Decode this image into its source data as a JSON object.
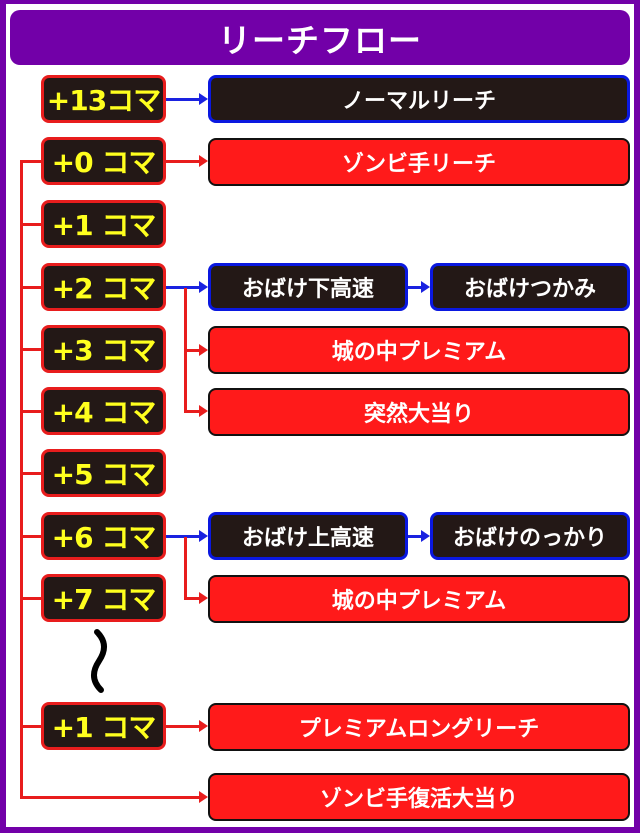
{
  "title": "リーチフロー",
  "colors": {
    "frame": "#7200a8",
    "koma_bg": "#231816",
    "koma_text": "#ffff1e",
    "red_box": "#ff1a1a",
    "dark_box": "#231816",
    "red_line": "#e81d1d",
    "blue_line": "#1a22e0"
  },
  "koma": [
    {
      "label": "+13コマ"
    },
    {
      "label": "+0 コマ"
    },
    {
      "label": "+1 コマ"
    },
    {
      "label": "+2 コマ"
    },
    {
      "label": "+3 コマ"
    },
    {
      "label": "+4 コマ"
    },
    {
      "label": "+5 コマ"
    },
    {
      "label": "+6 コマ"
    },
    {
      "label": "+7 コマ"
    },
    {
      "label": "+1 コマ"
    }
  ],
  "results": {
    "normal": "ノーマルリーチ",
    "zombie_hand": "ゾンビ手リーチ",
    "obake_down": "おばけ下高速",
    "obake_grab": "おばけつかみ",
    "castle_premium_1": "城の中プレミアム",
    "sudden_jackpot": "突然大当り",
    "obake_up": "おばけ上高速",
    "obake_ride": "おばけのっかり",
    "castle_premium_2": "城の中プレミアム",
    "premium_long": "プレミアムロングリーチ",
    "zombie_revival": "ゾンビ手復活大当り"
  },
  "ellipsis_symbol": "〜"
}
